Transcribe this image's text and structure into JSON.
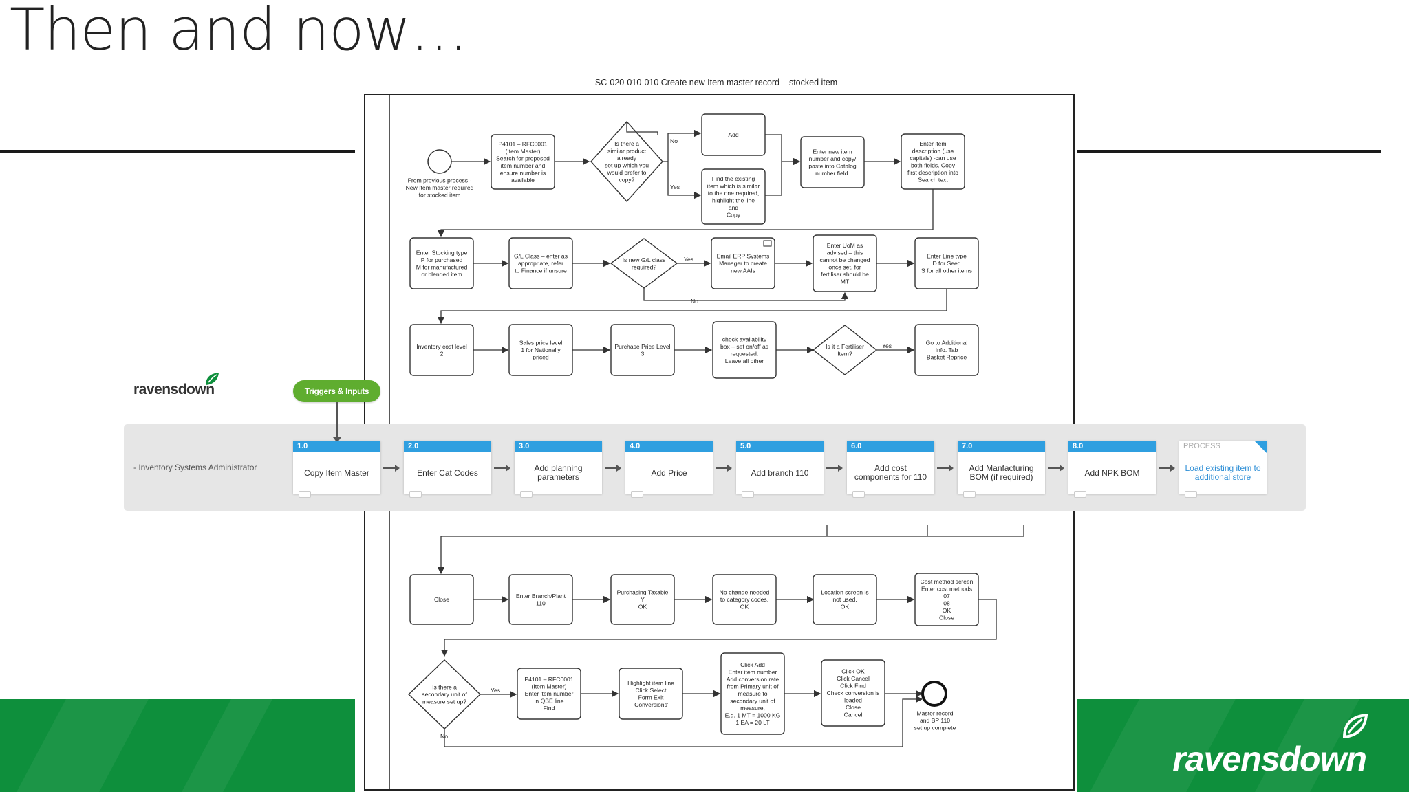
{
  "slide": {
    "title": "Then and now…"
  },
  "flowchart": {
    "title": "SC-020-010-010 Create new Item master record – stocked item",
    "start_label": [
      "From previous process -",
      "New Item master required",
      "for stocked item"
    ],
    "row1": [
      [
        "P4101 – RFC0001",
        "(Item Master)",
        "Search for proposed",
        "item number and",
        "ensure number is",
        "available"
      ],
      [
        "Is there a",
        "similar product",
        "already",
        "set up which you",
        "would prefer to",
        "copy?"
      ],
      [
        "Add"
      ],
      [
        "Find the existing",
        "item which is similar",
        "to the one required,",
        "highlight the line",
        "and",
        "Copy"
      ],
      [
        "Enter new item",
        "number and copy/",
        "paste into Catalog",
        "number field."
      ],
      [
        "Enter item",
        "description (use",
        "capitals) -can use",
        "both fields. Copy",
        "first description into",
        "Search text"
      ]
    ],
    "row2": [
      [
        "Enter Stocking type",
        "P for purchased",
        "M for manufactured",
        "or blended item"
      ],
      [
        "G/L Class – enter as",
        "appropriate, refer",
        "to Finance if unsure"
      ],
      [
        "Is new G/L class",
        "required?"
      ],
      [
        "Email ERP Systems",
        "Manager to create",
        "new AAIs"
      ],
      [
        "Enter UoM as",
        "advised – this",
        "cannot be changed",
        "once set, for",
        "fertiliser should be",
        "MT"
      ],
      [
        "Enter Line type",
        "D for Seed",
        "S for all other items"
      ]
    ],
    "row3": [
      [
        "Inventory cost level",
        "2"
      ],
      [
        "Sales price level",
        "1 for Nationally",
        "priced"
      ],
      [
        "Purchase Price Level",
        "3"
      ],
      [
        "check availability",
        "box – set on/off as",
        "requested.",
        "Leave all other"
      ],
      [
        "Is it a Fertiliser",
        "Item?"
      ],
      [
        "Go to Additional",
        "Info. Tab",
        "Basket Reprice"
      ]
    ],
    "row4": [
      [
        "Close"
      ],
      [
        "Enter Branch/Plant",
        "110"
      ],
      [
        "Purchasing Taxable",
        "Y",
        "OK"
      ],
      [
        "No change needed",
        "to category codes.",
        "OK"
      ],
      [
        "Location screen is",
        "not used.",
        "OK"
      ],
      [
        "Cost method screen",
        "Enter cost methods",
        "07",
        "08",
        "OK",
        "Close"
      ]
    ],
    "row5": [
      [
        "Is there a",
        "secondary unit of",
        "measure set up?"
      ],
      [
        "P4101 – RFC0001",
        "(Item Master)",
        "Enter item number",
        "in QBE line",
        "Find"
      ],
      [
        "Highlight item line",
        "Click Select",
        "Form Exit",
        "'Conversions'"
      ],
      [
        "Click Add",
        "Enter item number",
        "Add conversion rate",
        "from Primary unit of",
        "measure to",
        "secondary unit of",
        "measure,",
        "E.g. 1 MT = 1000 KG",
        "1 EA = 20 LT"
      ],
      [
        "Click OK",
        "Click Cancel",
        "Click Find",
        "Check conversion is",
        "loaded",
        "Close",
        "Cancel"
      ]
    ],
    "end_label": [
      "Master record",
      "and BP 110",
      "set up complete"
    ],
    "labels": {
      "yes": "Yes",
      "no": "No"
    }
  },
  "process_map": {
    "logo": "ravensdown",
    "trigger": "Triggers & Inputs",
    "lane": "- Inventory Systems Administrator",
    "steps": [
      {
        "num": "1.0",
        "label": "Copy Item Master"
      },
      {
        "num": "2.0",
        "label": "Enter Cat Codes"
      },
      {
        "num": "3.0",
        "label": "Add planning parameters"
      },
      {
        "num": "4.0",
        "label": "Add Price"
      },
      {
        "num": "5.0",
        "label": "Add branch 110"
      },
      {
        "num": "6.0",
        "label": "Add cost components for 110"
      },
      {
        "num": "7.0",
        "label": "Add Manfacturing BOM (if required)"
      },
      {
        "num": "8.0",
        "label": "Add NPK BOM"
      },
      {
        "num": "PROCESS",
        "label": "Load existing item to additional store"
      }
    ]
  },
  "footer": {
    "logo": "ravensdown"
  },
  "colors": {
    "brand_green": "#0e8f3c",
    "step_blue": "#2f9fe0",
    "trigger_green": "#5fad2f"
  }
}
